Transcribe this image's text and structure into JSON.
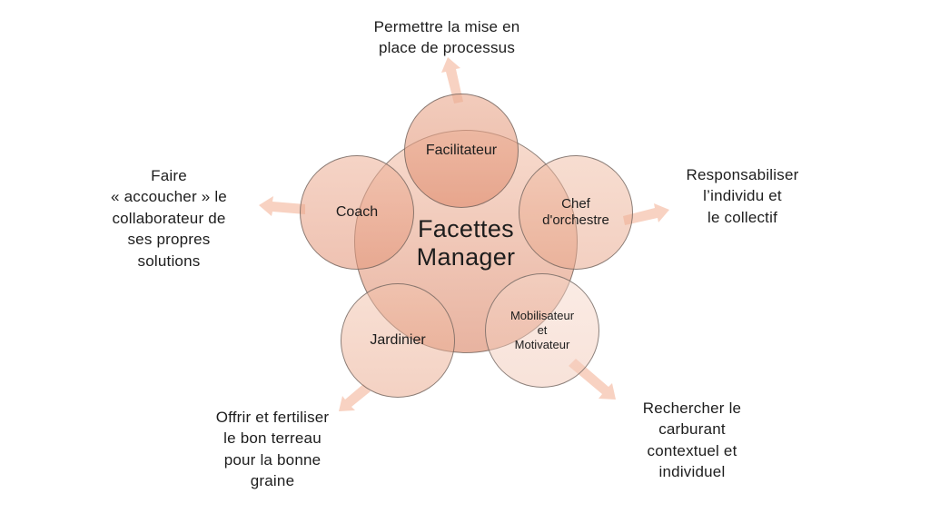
{
  "center": {
    "title": "Facettes\nManager"
  },
  "nodes": [
    {
      "id": "facilitateur",
      "label": "Facilitateur"
    },
    {
      "id": "chef-orchestre",
      "label": "Chef\nd'orchestre"
    },
    {
      "id": "mobilisateur-motivateur",
      "label": "Mobilisateur\net\nMotivateur"
    },
    {
      "id": "jardinier",
      "label": "Jardinier"
    },
    {
      "id": "coach",
      "label": "Coach"
    }
  ],
  "annotations": {
    "top": "Permettre la mise en\nplace de processus",
    "right": "Responsabiliser\nl’individu et\nle collectif",
    "bottom_right": "Rechercher le\ncarburant\ncontextuel et\nindividuel",
    "bottom_left": "Offrir et fertiliser\nle bon terreau\npour la bonne\ngraine",
    "left": "Faire\n« accoucher » le\ncollaborateur de\nses propres\nsolutions"
  },
  "colors": {
    "arrow": "#f8d2c2",
    "center_fill_top": "#f8dccf",
    "center_fill_bottom": "#e8b3a0",
    "satellite_fill": "#f0bfa5",
    "outline": "#645c57",
    "text": "#1d1d1d",
    "background": "#ffffff"
  }
}
